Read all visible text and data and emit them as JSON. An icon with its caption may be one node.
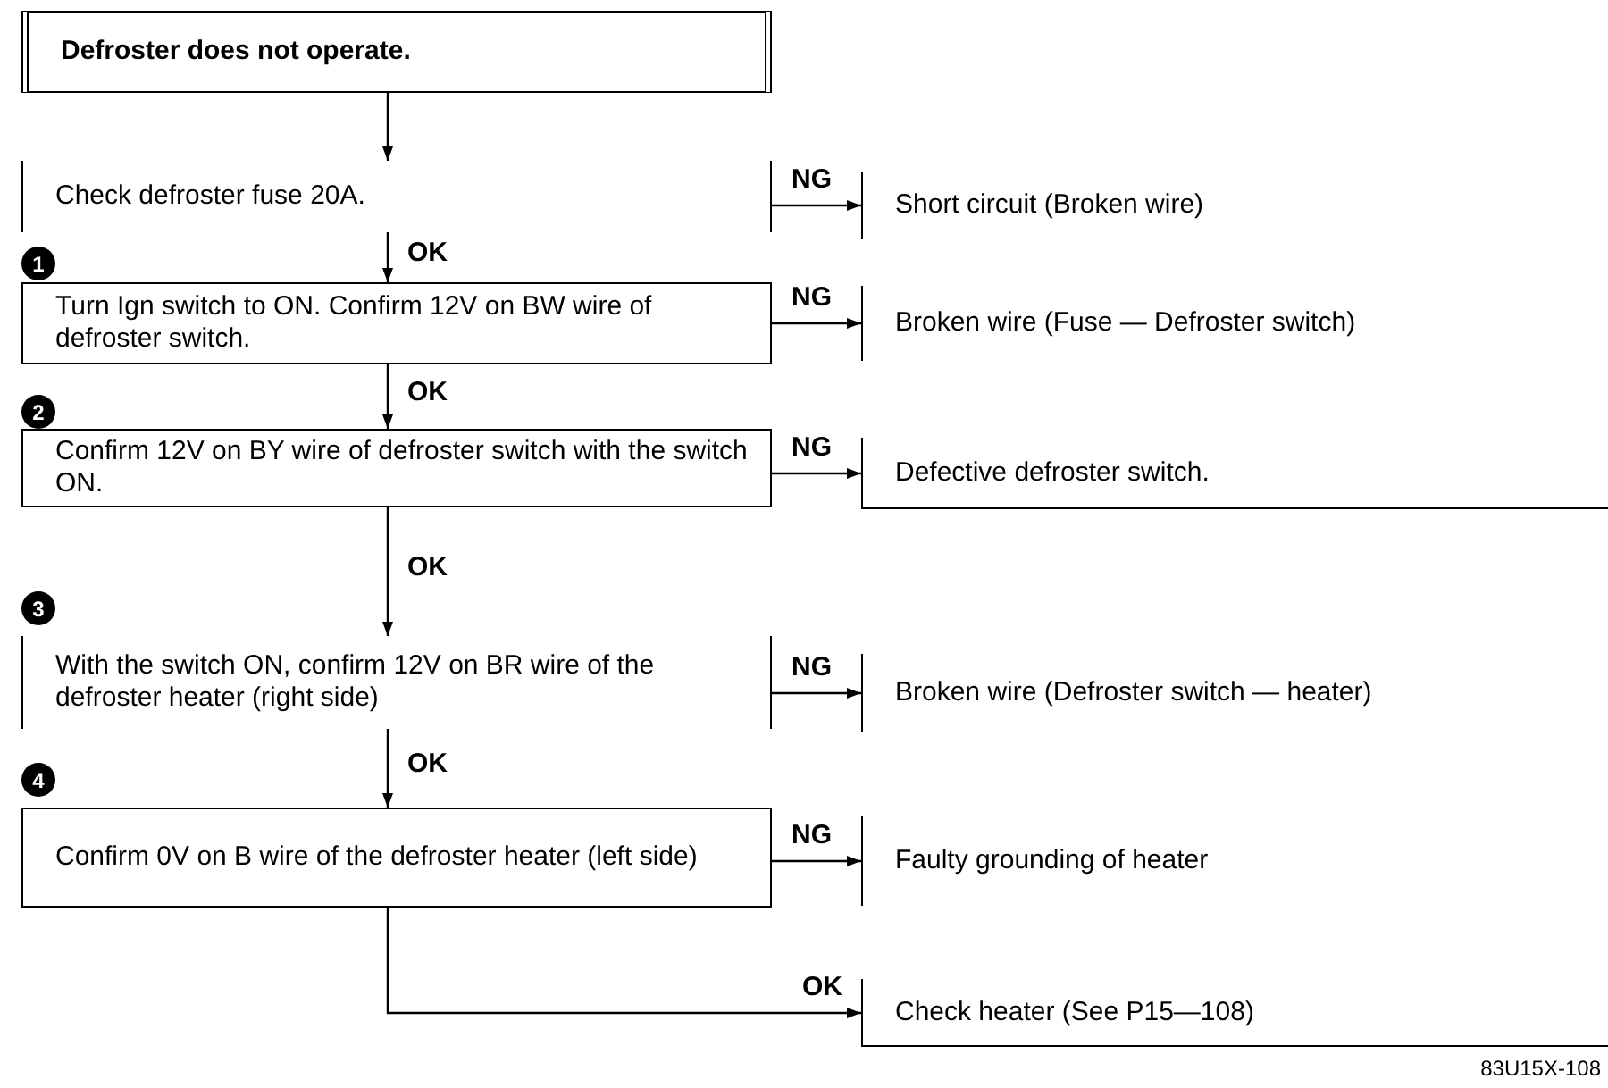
{
  "diagram": {
    "nodes": [
      {
        "text": [
          "Defroster does not operate."
        ]
      },
      {
        "text": [
          "Check defroster fuse 20A."
        ]
      },
      {
        "text": [
          "Turn Ign switch to ON. Confirm 12V on BW wire of defroster switch."
        ],
        "beside": [
          "1"
        ]
      },
      {
        "text": [
          "Confirm 12V on BY wire of defroster switch with the switch ON."
        ],
        "beside": [
          "2"
        ]
      },
      {
        "text": [
          "With the switch ON, confirm 12V on BR wire of the defroster heater (right side)"
        ],
        "beside": [
          "3"
        ]
      },
      {
        "text": [
          "Confirm 0V on B wire of the defroster heater (left side)"
        ],
        "beside": [
          "4"
        ]
      },
      {
        "text": [
          "Short circuit (Broken wire)"
        ]
      },
      {
        "text": [
          "Broken wire (Fuse — Defroster switch)"
        ]
      },
      {
        "text": [
          "Defective defroster switch."
        ]
      },
      {
        "text": [
          "Broken wire (Defroster switch — heater)"
        ]
      },
      {
        "text": [
          "Faulty grounding of heater"
        ]
      },
      {
        "text": [
          "Check heater (See P15—108)"
        ]
      }
    ],
    "edges": [
      {
        "from": 0,
        "to": 1,
        "arrow": "to"
      },
      {
        "from": 1,
        "to": 2,
        "arrow": "to",
        "label": "OK"
      },
      {
        "from": 2,
        "to": 3,
        "arrow": "to",
        "label": "OK"
      },
      {
        "from": 3,
        "to": 4,
        "arrow": "to",
        "label": "OK"
      },
      {
        "from": 4,
        "to": 5,
        "arrow": "to",
        "label": "OK"
      },
      {
        "from": 1,
        "to": 6,
        "arrow": "to",
        "label": "NG"
      },
      {
        "from": 2,
        "to": 7,
        "arrow": "to",
        "label": "NG"
      },
      {
        "from": 3,
        "to": 8,
        "arrow": "to",
        "label": "NG"
      },
      {
        "from": 4,
        "to": 9,
        "arrow": "to",
        "label": "NG"
      },
      {
        "from": 5,
        "to": 10,
        "arrow": "to",
        "label": "NG"
      },
      {
        "from": 5,
        "to": 11,
        "arrow": "to",
        "label": "OK"
      }
    ],
    "labels": [
      "83U15X-108"
    ]
  }
}
